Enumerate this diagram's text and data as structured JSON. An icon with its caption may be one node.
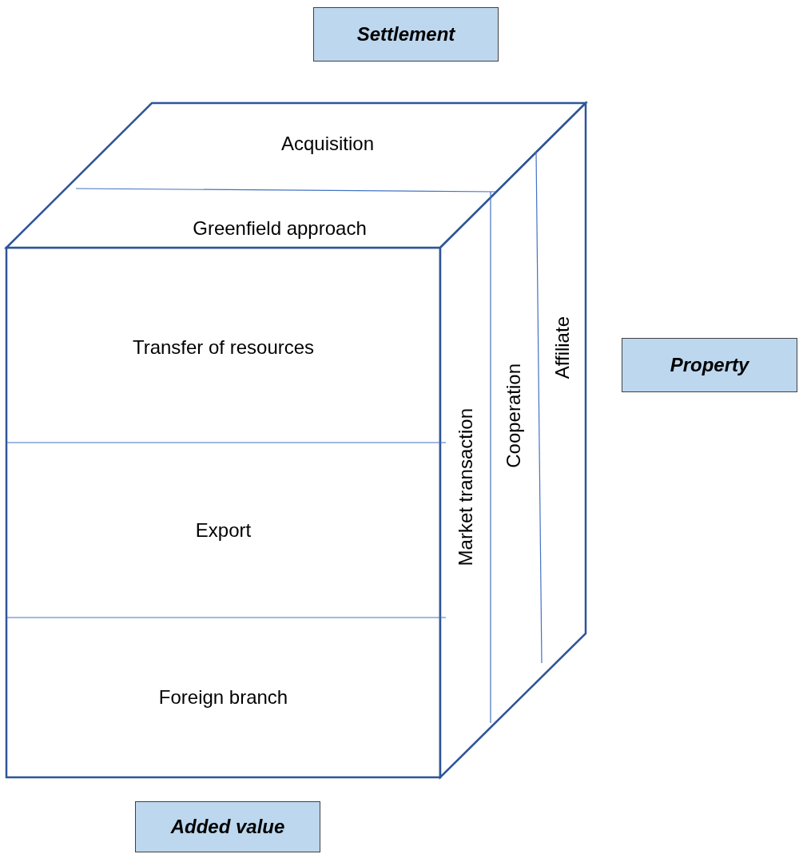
{
  "diagram": {
    "nodes": [
      {
        "text": [
          "Settlement"
        ]
      },
      {
        "text": [
          "Property"
        ]
      },
      {
        "text": [
          "Added value"
        ]
      },
      {
        "text": [
          "Acquisition"
        ]
      },
      {
        "text": [
          "Greenfield approach"
        ]
      },
      {
        "text": [
          "Transfer of resources"
        ]
      },
      {
        "text": [
          "Export"
        ]
      },
      {
        "text": [
          "Foreign branch"
        ]
      },
      {
        "text": [
          "Market transaction"
        ]
      },
      {
        "text": [
          "Cooperation"
        ]
      },
      {
        "text": [
          "Affiliate"
        ]
      }
    ],
    "edges": []
  }
}
